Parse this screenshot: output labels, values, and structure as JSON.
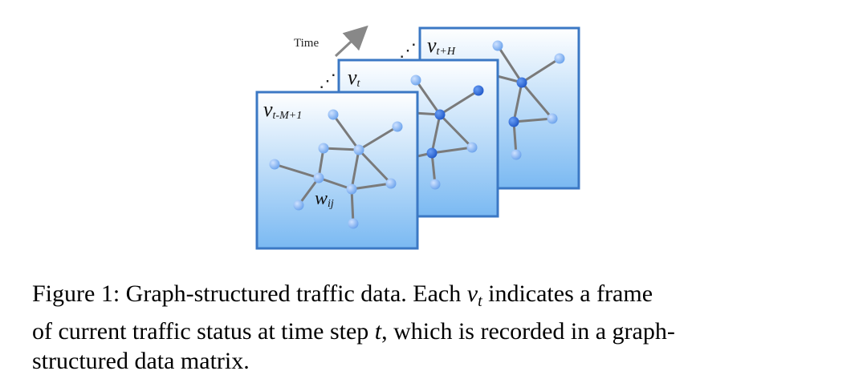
{
  "figure": {
    "time_label": "Time",
    "dots": "⋰",
    "frames": [
      {
        "label_main": "v",
        "label_sub": "t+H"
      },
      {
        "label_main": "v",
        "label_sub": "t"
      },
      {
        "label_main": "v",
        "label_sub": "t-M+1"
      }
    ],
    "edge_label_main": "w",
    "edge_label_sub": "ij",
    "colors": {
      "frame_border": "#3b78c4",
      "frame_top": "#ffffff",
      "frame_bottom": "#7ab9f2",
      "node": "#7fb3f2",
      "node_dark": "#2f6fe0",
      "edge": "#7a7a7a",
      "arrow": "#888888"
    }
  },
  "caption": {
    "line1_a": "Figure 1: Graph-structured traffic data. Each ",
    "line1_var": "v",
    "line1_sub": "t",
    "line1_b": " indicates a frame",
    "line2_a": "of current traffic status at time step ",
    "line2_var": "t",
    "line2_b": ", which is recorded in a graph-",
    "line3": "structured data matrix."
  }
}
